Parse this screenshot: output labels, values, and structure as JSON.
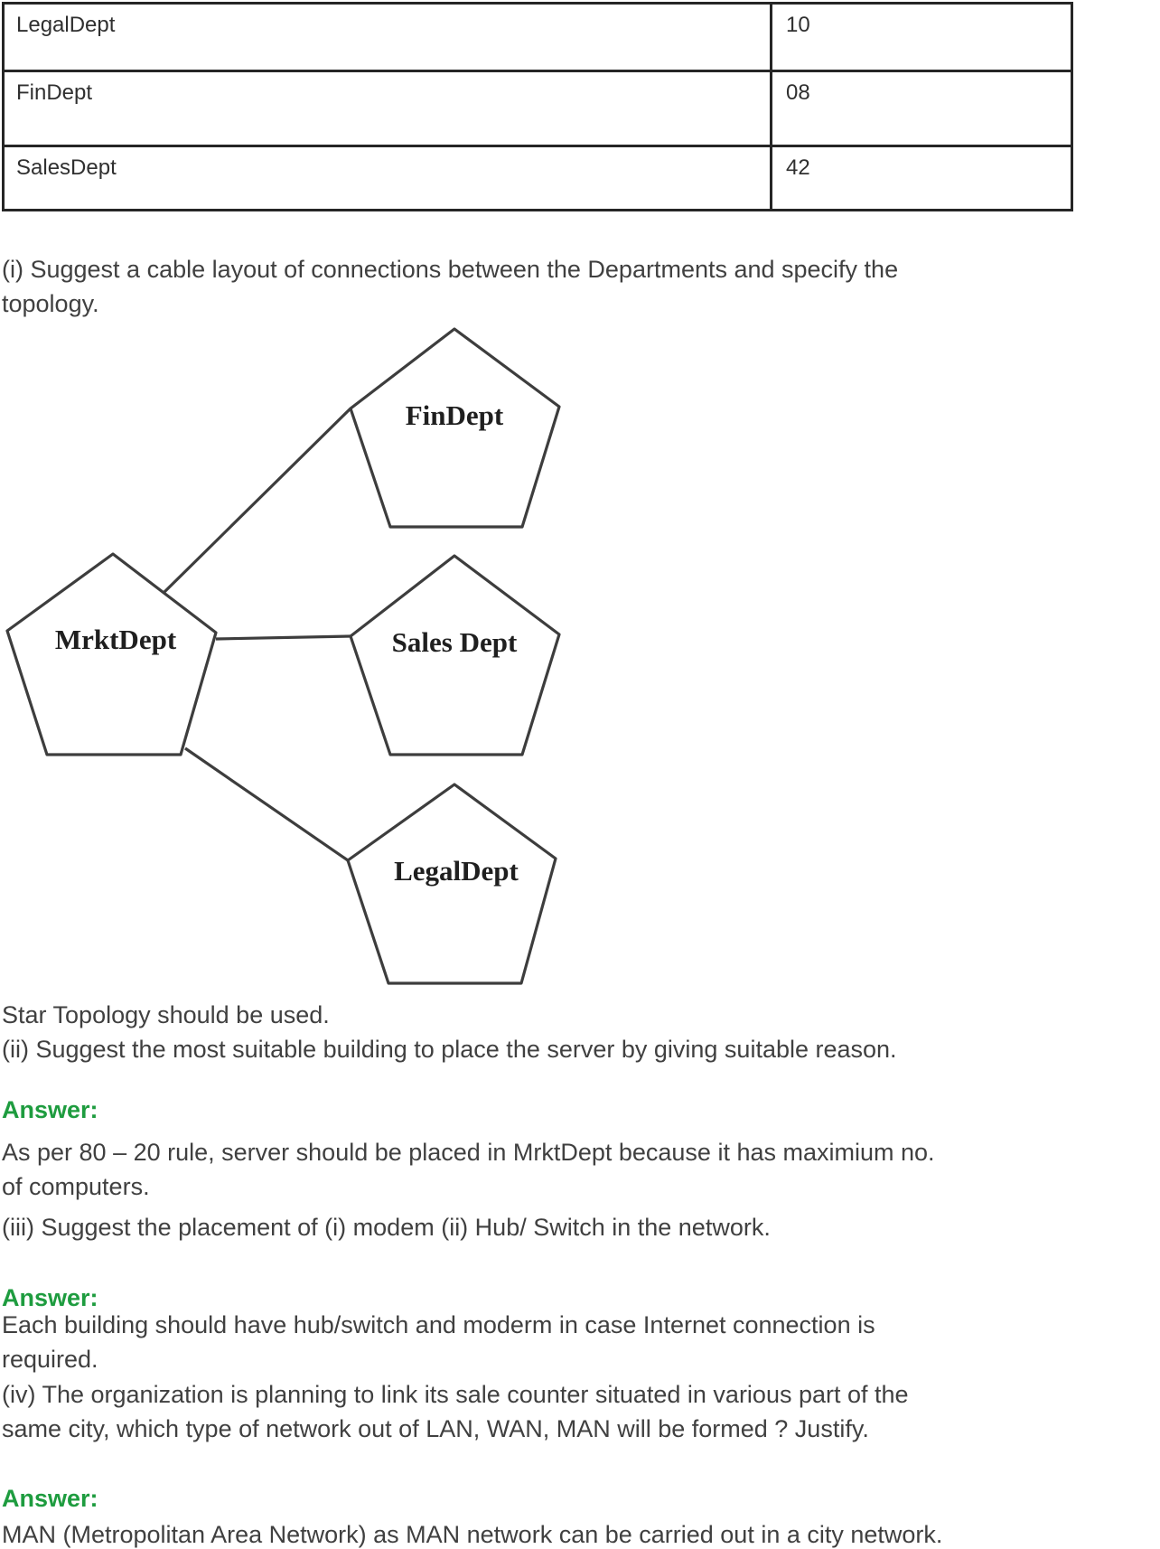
{
  "colors": {
    "accent_green": "#1e9c3f",
    "body_text": "#404040",
    "table_border": "#262626",
    "diagram_stroke": "#3d3d3d"
  },
  "table": {
    "rows": [
      {
        "label": "LegalDept",
        "value": "10"
      },
      {
        "label": "FinDept",
        "value": "08"
      },
      {
        "label": "SalesDept",
        "value": "42"
      }
    ]
  },
  "labels": {
    "answer": "Answer:"
  },
  "sections": {
    "q_i": {
      "lines": [
        "(i) Suggest a cable layout of connections between the Departments and specify the",
        "topology."
      ]
    },
    "ans_i": {
      "lines": [
        "Star Topology should be used."
      ]
    },
    "q_ii": {
      "lines": [
        "(ii) Suggest the most suitable building to place the server by giving suitable reason."
      ]
    },
    "ans_ii": {
      "lines": [
        "As per 80 – 20 rule, server should be placed in MrktDept because it has maximium no.",
        "of computers."
      ]
    },
    "q_iii": {
      "lines": [
        "(iii) Suggest the placement of (i) modem (ii) Hub/ Switch in the network."
      ]
    },
    "ans_iii": {
      "lines": [
        "Each building should have hub/switch and moderm in case Internet connection is",
        "required."
      ]
    },
    "q_iv": {
      "lines": [
        "(iv) The organization is planning to link its sale counter situated in various part of the",
        "same city, which type of network out of LAN, WAN, MAN will be formed ? Justify."
      ]
    },
    "ans_iv": {
      "lines": [
        "MAN (Metropolitan Area Network) as MAN network can be carried out in a city network."
      ]
    }
  },
  "diagram": {
    "nodes": [
      {
        "label": "FinDept"
      },
      {
        "label": "MrktDept"
      },
      {
        "label": "Sales Dept"
      },
      {
        "label": "LegalDept"
      }
    ],
    "edges": [
      {
        "from": "MrktDept",
        "to": "FinDept"
      },
      {
        "from": "MrktDept",
        "to": "Sales Dept"
      },
      {
        "from": "MrktDept",
        "to": "LegalDept"
      }
    ]
  }
}
